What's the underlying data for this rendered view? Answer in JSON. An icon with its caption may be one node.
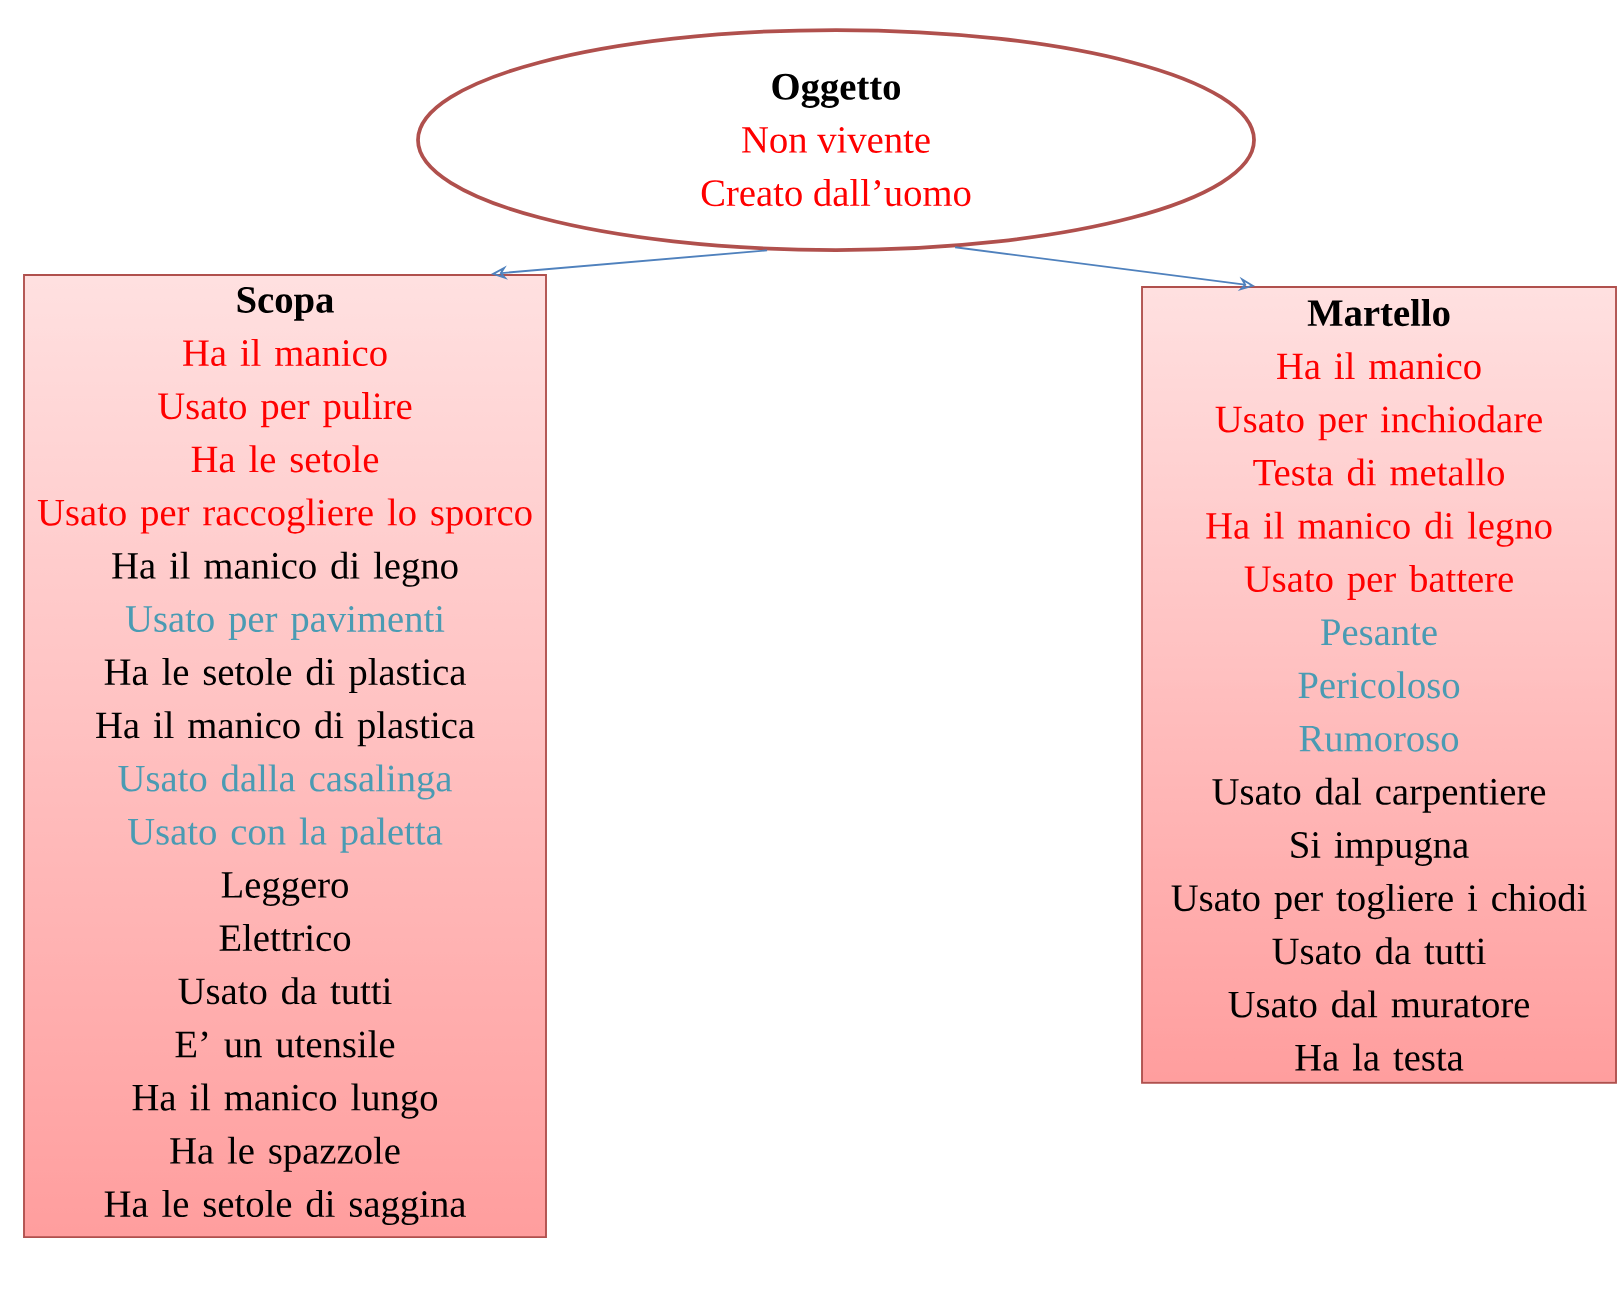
{
  "diagram": {
    "nodes": [
      {
        "text": [
          "Oggetto",
          "Non vivente",
          "Creato dall’uomo"
        ]
      },
      {
        "text": [
          "Scopa",
          "Ha il manico",
          "Usato per pulire",
          "Ha le setole",
          "Usato per raccogliere lo sporco",
          "Ha il manico di legno",
          "Usato per pavimenti",
          "Ha le setole di plastica",
          "Ha il manico di plastica",
          "Usato dalla casalinga",
          "Usato con la paletta",
          "Leggero",
          "Elettrico",
          "Usato da tutti",
          "E’ un utensile",
          "Ha il manico lungo",
          "Ha le spazzole",
          "Ha le setole di saggina"
        ]
      },
      {
        "text": [
          "Martello",
          "Ha il manico",
          "Usato per inchiodare",
          "Testa di metallo",
          "Ha il manico di legno",
          "Usato per battere",
          "Pesante",
          "Pericoloso",
          "Rumoroso",
          "Usato dal carpentiere",
          "Si impugna",
          "Usato per togliere i chiodi",
          "Usato da tutti",
          "Usato dal muratore",
          "Ha la testa"
        ]
      }
    ],
    "edges": [
      {
        "from": 0,
        "to": 1,
        "arrow": "to"
      },
      {
        "from": 0,
        "to": 2,
        "arrow": "to"
      }
    ]
  }
}
